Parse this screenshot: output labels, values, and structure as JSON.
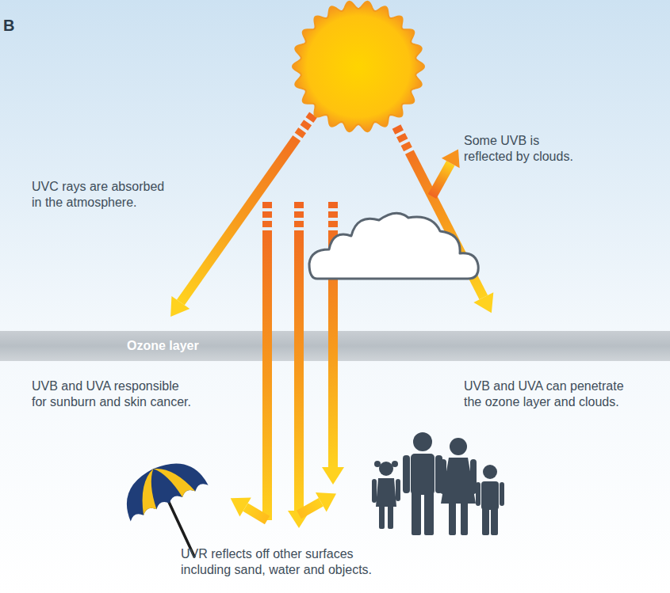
{
  "diagram": {
    "nodes": [
      {
        "text": [
          "Ozone layer"
        ]
      }
    ],
    "labels": [
      "B",
      "UVC rays are absorbed in the atmosphere.",
      "Some UVB is reflected by clouds.",
      "UVB and UVA responsible for sunburn and skin cancer.",
      "UVB and UVA can penetrate the ozone layer and clouds.",
      "UVR reflects off other surfaces including sand, water and objects."
    ]
  }
}
